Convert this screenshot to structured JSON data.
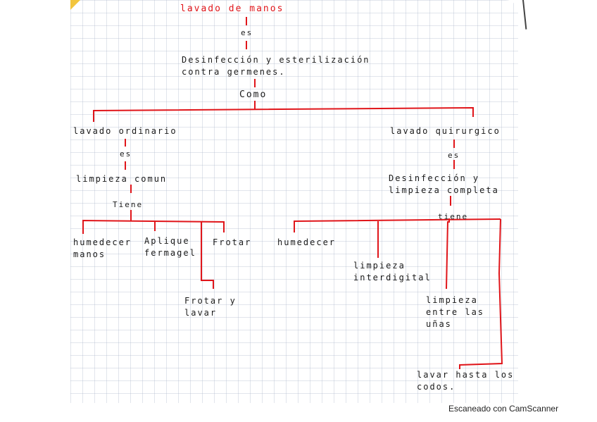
{
  "document": {
    "type": "handwritten concept map on grid paper",
    "ink_colors": {
      "text": "#1a1a1a",
      "connectors": "#e0151a",
      "title": "#e0151a"
    }
  },
  "concept_map": {
    "title": "lavado de manos",
    "link_es": "es",
    "definition": "Desinfección y esterilización\ncontra germenes.",
    "link_como": "Como",
    "branches": [
      {
        "name": "lavado ordinario",
        "link_es": "es",
        "definition": "limpieza comun",
        "link_tiene": "Tiene",
        "children": [
          "humedecer\nmanos",
          "Aplique\nfermagel",
          "Frotar",
          "Frotar y\nlavar"
        ]
      },
      {
        "name": "lavado quirurgico",
        "link_es": "es",
        "definition": "Desinfección y\nlimpieza completa",
        "link_tiene": "tiene",
        "children": [
          "humedecer",
          "limpieza\ninterdigital",
          "limpieza\nentre las\nuñas",
          "lavar hasta los\ncodos."
        ]
      }
    ]
  },
  "watermark": "Escaneado con CamScanner"
}
